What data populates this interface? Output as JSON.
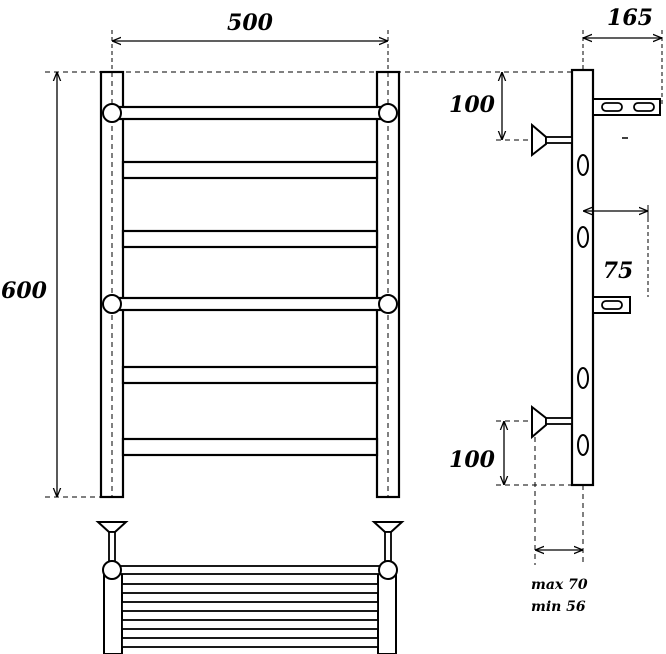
{
  "drawing": {
    "dimensions": {
      "width": "500",
      "height": "600",
      "depth": "165",
      "top_offset": "100",
      "bottom_offset": "100",
      "bar_spacing": "75"
    },
    "wall_gap_note": {
      "max": "max 70",
      "min": "min 56"
    },
    "colors": {
      "line": "#000000",
      "background": "#ffffff"
    }
  }
}
